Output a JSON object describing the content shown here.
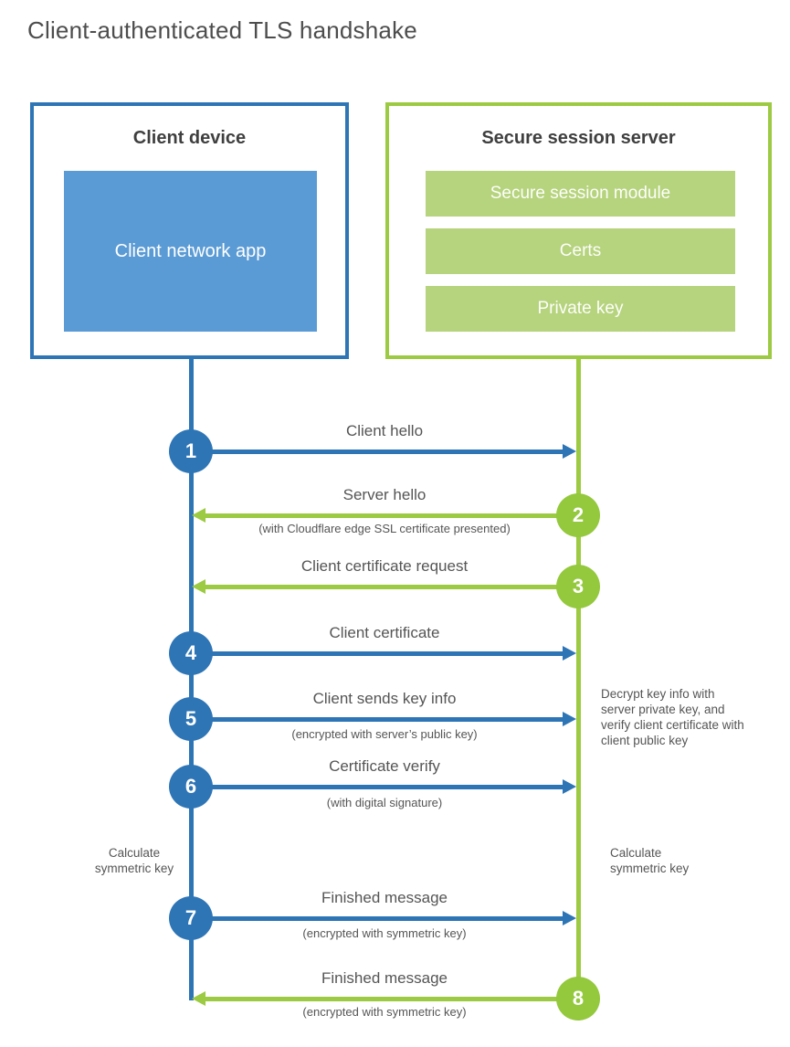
{
  "title": "Client-authenticated TLS handshake",
  "colors": {
    "blue": "#2e75b6",
    "blue_fill": "#5b9bd5",
    "green": "#9cca42",
    "green_circle": "#94c83d",
    "green_fill": "#b6d37d",
    "heading_text": "#3f3f3f",
    "label_text": "#555555"
  },
  "client": {
    "title": "Client device",
    "app_label": "Client network app"
  },
  "server": {
    "title": "Secure session server",
    "modules": [
      "Secure session module",
      "Certs",
      "Private key"
    ]
  },
  "steps": [
    {
      "num": "1",
      "label": "Client hello",
      "sub": "",
      "direction": "right",
      "color": "blue"
    },
    {
      "num": "2",
      "label": "Server hello",
      "sub": "(with Cloudflare edge SSL certificate presented)",
      "direction": "left",
      "color": "green"
    },
    {
      "num": "3",
      "label": "Client certificate request",
      "sub": "",
      "direction": "left",
      "color": "green"
    },
    {
      "num": "4",
      "label": "Client certificate",
      "sub": "",
      "direction": "right",
      "color": "blue"
    },
    {
      "num": "5",
      "label": "Client sends key info",
      "sub": "(encrypted with server’s public key)",
      "direction": "right",
      "color": "blue"
    },
    {
      "num": "6",
      "label": "Certificate verify",
      "sub": "(with digital signature)",
      "direction": "right",
      "color": "blue"
    },
    {
      "num": "7",
      "label": "Finished message",
      "sub": "(encrypted with symmetric key)",
      "direction": "right",
      "color": "blue"
    },
    {
      "num": "8",
      "label": "Finished message",
      "sub": "(encrypted with symmetric key)",
      "direction": "left",
      "color": "green"
    }
  ],
  "annotations": {
    "server_note": "Decrypt key info with server private key, and verify client certificate with client public key",
    "calc_left": "Calculate symmetric key",
    "calc_right": "Calculate symmetric key"
  }
}
